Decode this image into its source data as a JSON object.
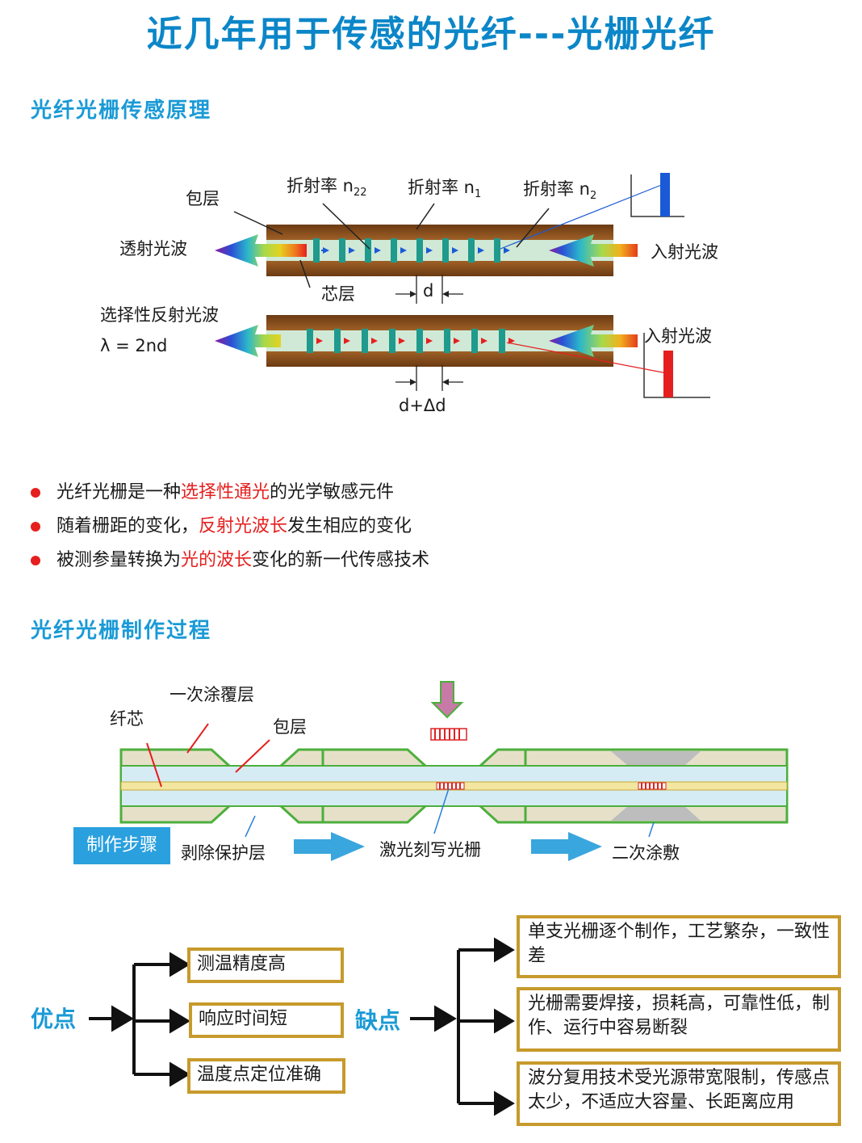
{
  "title": "近几年用于传感的光纤---光栅光纤",
  "principle": {
    "heading": "光纤光栅传感原理",
    "labels": {
      "cladding": "包层",
      "n22": "折射率 n",
      "n22_sub": "22",
      "n1": "折射率 n",
      "n1_sub": "1",
      "n2": "折射率 n",
      "n2_sub": "2",
      "transmitted": "透射光波",
      "incident_top": "入射光波",
      "core": "芯层",
      "d": "d",
      "reflected": "选择性反射光波",
      "formula": "λ = 2nd",
      "incident_bottom": "入射光波",
      "d_delta": "d+Δd"
    }
  },
  "bullets": [
    {
      "before": "光纤光栅是一种",
      "highlight": "选择性通光",
      "after": "的光学敏感元件"
    },
    {
      "before": "随着栅距的变化，",
      "highlight": "反射光波长",
      "after": "发生相应的变化"
    },
    {
      "before": "被测参量转换为",
      "highlight": "光的波长",
      "after": "变化的新一代传感技术"
    }
  ],
  "fabrication": {
    "heading": "光纤光栅制作过程",
    "labels": {
      "primary_coating": "一次涂覆层",
      "fiber_core": "纤芯",
      "cladding": "包层"
    },
    "steps_button": "制作步骤",
    "steps": [
      "剥除保护层",
      "激光刻写光栅",
      "二次涂敷"
    ]
  },
  "pros": {
    "label": "优点",
    "items": [
      "测温精度高",
      "响应时间短",
      "温度点定位准确"
    ]
  },
  "cons": {
    "label": "缺点",
    "items": [
      "单支光栅逐个制作，工艺繁杂，一致性差",
      "光栅需要焊接，损耗高，可靠性低，制作、运行中容易断裂",
      "波分复用技术受光源带宽限制，传感点太少，不适应大容量、长距离应用"
    ]
  },
  "colors": {
    "title_blue": "#0b86c8",
    "heading_blue": "#1a9ad6",
    "highlight_red": "#e51f1f",
    "box_gold": "#c79a2c",
    "fiber_green": "#4caf3c"
  }
}
